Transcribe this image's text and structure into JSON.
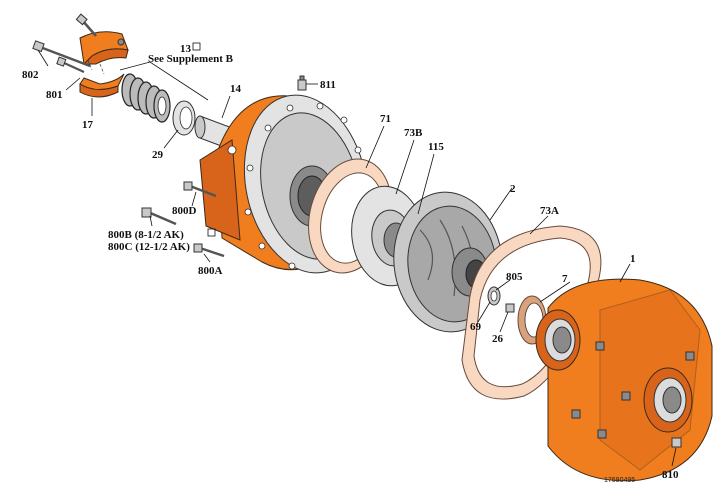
{
  "drawing_id": "17690495",
  "note": {
    "number": "13",
    "supplement": "See Supplement B"
  },
  "labels": {
    "p802": "802",
    "p801": "801",
    "p17": "17",
    "p29": "29",
    "p14": "14",
    "p811": "811",
    "p71": "71",
    "p73b": "73B",
    "p115": "115",
    "p800d": "800D",
    "p800b": "800B (8-1/2 AK)",
    "p800c": "800C (12-1/2 AK)",
    "p800a": "800A",
    "p2": "2",
    "p73a": "73A",
    "p1": "1",
    "p805": "805",
    "p7": "7",
    "p69": "69",
    "p26": "26",
    "p810": "810"
  },
  "colors": {
    "casting": "#f07d1e",
    "metal": "#c9c9c9",
    "gasket": "#f9d8c2"
  }
}
